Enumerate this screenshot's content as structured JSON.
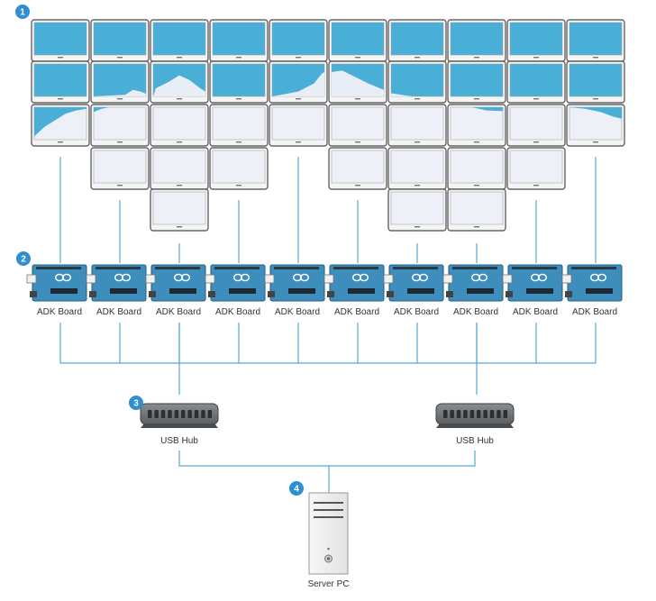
{
  "steps": [
    "1",
    "2",
    "3",
    "4"
  ],
  "boards": {
    "label": "ADK Board",
    "count": 10
  },
  "hubs": {
    "label": "USB Hub",
    "count": 2
  },
  "server": {
    "label": "Server PC"
  },
  "colors": {
    "accent": "#2f8fd0",
    "screen_blue": "#4aafd6",
    "screen_light": "#eef0f7",
    "wire": "#5aa8d2",
    "frame": "#666666",
    "board": "#3d8dbd",
    "hub": "#6f7275"
  }
}
